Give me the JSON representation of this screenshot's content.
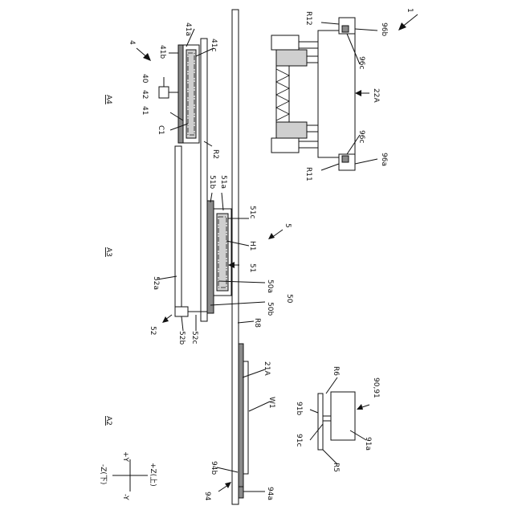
{
  "figure": {
    "reference_labels": {
      "r1": "1",
      "r4": "4",
      "r5": "5",
      "r22a": "22A",
      "r12": "R12",
      "r11": "R11",
      "r96b": "96b",
      "r96c_top": "96c",
      "r96c_bottom": "96c",
      "r96a": "96a",
      "r41a": "41a",
      "r41b": "41b",
      "r41c": "41c",
      "r40": "40",
      "r42": "42",
      "r41": "41",
      "rC1": "C1",
      "rR2": "R2",
      "r51a": "51a",
      "r51b": "51b",
      "r51c": "51c",
      "rH1": "H1",
      "r51": "51",
      "r50a": "50a",
      "r50": "50",
      "r50b": "50b",
      "r52a": "52a",
      "r52": "52",
      "r52b": "52b",
      "r52c": "52c",
      "rR8": "R8",
      "r21a": "21A",
      "rW1": "W1",
      "rR6": "R6",
      "r9091": "90,91",
      "r91b": "91b",
      "r91c": "91c",
      "r91a": "91a",
      "rR5": "R5",
      "r94b": "94b",
      "r94": "94",
      "r94a": "94a"
    },
    "zones": {
      "a4": "A4",
      "a3": "A3",
      "a2": "A2"
    },
    "axes": {
      "plus_y": "+Y",
      "minus_y": "-Y",
      "plus_z": "+Z(上)",
      "minus_z": "-Z(下)"
    }
  }
}
